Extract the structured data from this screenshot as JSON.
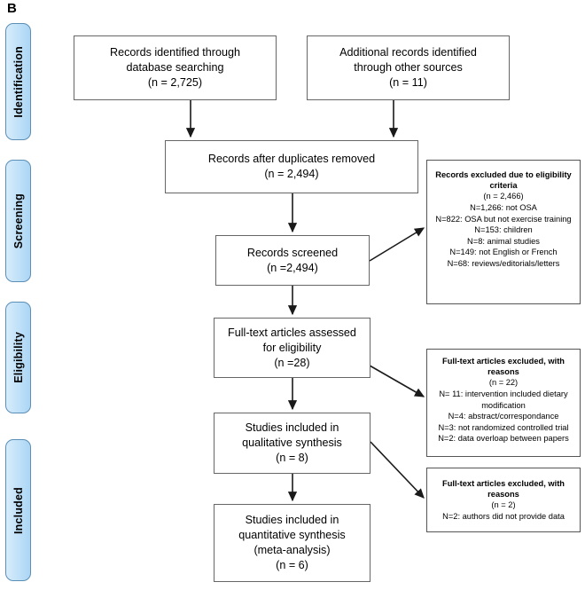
{
  "panel": {
    "letter": "B"
  },
  "stages": [
    {
      "name": "identification",
      "label": "Identification"
    },
    {
      "name": "screening",
      "label": "Screening"
    },
    {
      "name": "eligibility",
      "label": "Eligibility"
    },
    {
      "name": "included",
      "label": "Included"
    }
  ],
  "colors": {
    "stage_fill": "#bfe0f8",
    "stage_border": "#5b8fb5",
    "box_border": "#666666",
    "arrow": "#1a1a1a",
    "background": "#ffffff"
  },
  "boxes": {
    "records_identified": {
      "lines": [
        "Records identified through",
        "database searching",
        "(n = 2,725)"
      ]
    },
    "additional_records": {
      "lines": [
        "Additional records identified",
        "through other sources",
        "(n = 11)"
      ]
    },
    "after_duplicates": {
      "lines": [
        "Records after duplicates removed",
        "(n = 2,494)"
      ]
    },
    "records_screened": {
      "lines": [
        "Records screened",
        "(n =2,494)"
      ]
    },
    "full_text_assessed": {
      "lines": [
        "Full-text articles assessed",
        "for eligibility",
        "(n =28)"
      ]
    },
    "qualitative_synthesis": {
      "lines": [
        "Studies included in",
        "qualitative synthesis",
        "(n = 8)"
      ]
    },
    "quantitative_synthesis": {
      "lines": [
        "Studies included in",
        "quantitative synthesis",
        "(meta-analysis)",
        "(n = 6)"
      ]
    },
    "records_excluded": {
      "heading": [
        "Records excluded due to eligibility",
        "criteria"
      ],
      "lines": [
        "(n = 2,466)",
        "N=1,266: not OSA",
        "N=822: OSA but not exercise training",
        "N=153: children",
        "N=8: animal studies",
        "N=149: not English or French",
        "N=68: reviews/editorials/letters"
      ]
    },
    "fulltext_excluded_22": {
      "heading": [
        "Full-text articles excluded, with",
        "reasons"
      ],
      "lines": [
        "(n = 22)",
        "N= 11: intervention included dietary",
        "modification",
        "N=4: abstract/correspondance",
        "N=3: not randomized controlled trial",
        "N=2: data overloap between papers"
      ]
    },
    "fulltext_excluded_2": {
      "heading": [
        "Full-text articles excluded, with",
        "reasons"
      ],
      "lines": [
        "(n = 2)",
        "N=2: authors did not provide data"
      ]
    }
  },
  "chart_data": {
    "type": "diagram",
    "title": "PRISMA flow diagram",
    "stages": [
      "Identification",
      "Screening",
      "Eligibility",
      "Included"
    ],
    "nodes": [
      {
        "id": "records_identified",
        "stage": "Identification",
        "label": "Records identified through database searching",
        "n": 2725
      },
      {
        "id": "additional_records",
        "stage": "Identification",
        "label": "Additional records identified through other sources",
        "n": 11
      },
      {
        "id": "after_duplicates",
        "stage": "Identification",
        "label": "Records after duplicates removed",
        "n": 2494
      },
      {
        "id": "records_screened",
        "stage": "Screening",
        "label": "Records screened",
        "n": 2494
      },
      {
        "id": "records_excluded",
        "stage": "Screening",
        "label": "Records excluded due to eligibility criteria",
        "n": 2466
      },
      {
        "id": "full_text_assessed",
        "stage": "Eligibility",
        "label": "Full-text articles assessed for eligibility",
        "n": 28
      },
      {
        "id": "fulltext_excluded_22",
        "stage": "Eligibility",
        "label": "Full-text articles excluded, with reasons",
        "n": 22
      },
      {
        "id": "qualitative_synthesis",
        "stage": "Included",
        "label": "Studies included in qualitative synthesis",
        "n": 8
      },
      {
        "id": "fulltext_excluded_2",
        "stage": "Included",
        "label": "Full-text articles excluded, with reasons",
        "n": 2
      },
      {
        "id": "quantitative_synthesis",
        "stage": "Included",
        "label": "Studies included in quantitative synthesis (meta-analysis)",
        "n": 6
      }
    ],
    "edges": [
      {
        "from": "records_identified",
        "to": "after_duplicates"
      },
      {
        "from": "additional_records",
        "to": "after_duplicates"
      },
      {
        "from": "after_duplicates",
        "to": "records_screened"
      },
      {
        "from": "records_screened",
        "to": "records_excluded"
      },
      {
        "from": "records_screened",
        "to": "full_text_assessed"
      },
      {
        "from": "full_text_assessed",
        "to": "fulltext_excluded_22"
      },
      {
        "from": "full_text_assessed",
        "to": "qualitative_synthesis"
      },
      {
        "from": "qualitative_synthesis",
        "to": "fulltext_excluded_2"
      },
      {
        "from": "qualitative_synthesis",
        "to": "quantitative_synthesis"
      }
    ],
    "exclusion_breakdown": {
      "records_excluded": [
        {
          "n": 1266,
          "reason": "not OSA"
        },
        {
          "n": 822,
          "reason": "OSA but not exercise training"
        },
        {
          "n": 153,
          "reason": "children"
        },
        {
          "n": 8,
          "reason": "animal studies"
        },
        {
          "n": 149,
          "reason": "not English or French"
        },
        {
          "n": 68,
          "reason": "reviews/editorials/letters"
        }
      ],
      "fulltext_excluded_22": [
        {
          "n": 11,
          "reason": "intervention included dietary modification"
        },
        {
          "n": 4,
          "reason": "abstract/correspondance"
        },
        {
          "n": 3,
          "reason": "not randomized controlled trial"
        },
        {
          "n": 2,
          "reason": "data overloap between papers"
        }
      ],
      "fulltext_excluded_2": [
        {
          "n": 2,
          "reason": "authors did not provide data"
        }
      ]
    }
  }
}
